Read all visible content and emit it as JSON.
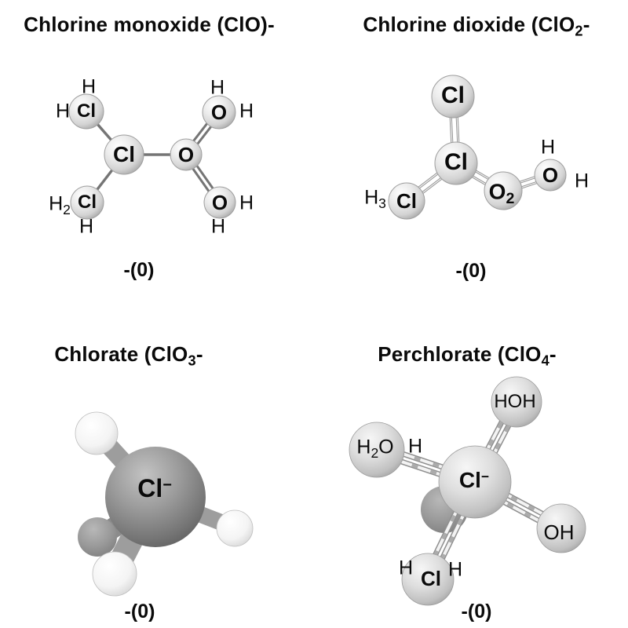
{
  "colors": {
    "background": "#ffffff",
    "bond_thin": "#757575",
    "bond_tube": "#949494",
    "rod_gray": "#9d9d9d",
    "text": "#0a0a0a"
  },
  "p1": {
    "title": "Chlorine monoxide (ClO)-",
    "caption": "-(0)",
    "atom_tl": "Cl",
    "atom_c": "Cl",
    "atom_o": "O",
    "atom_tr": "O",
    "atom_bl": "Cl",
    "atom_br": "O",
    "h": "H",
    "h2_base": "H",
    "h2_sub": "2"
  },
  "p2": {
    "title_pre": "Chlorine dioxide (ClO",
    "title_sub": "2",
    "title_post": "-",
    "caption": "-(0)",
    "atom_top": "Cl",
    "atom_c": "Cl",
    "atom_bl": "Cl",
    "atom_o_base": "O",
    "atom_o_sub": "2",
    "atom_or": "O",
    "h": "H",
    "h3_base": "H",
    "h3_sub": "3"
  },
  "p3": {
    "title_pre": "Chlorate (ClO",
    "title_sub": "3",
    "title_post": "-",
    "caption": "-(0)",
    "central_base": "Cl",
    "central_sup": "−"
  },
  "p4": {
    "title_pre": "Perchlorate (ClO",
    "title_sub": "4",
    "title_post": "-",
    "caption": "-(0)",
    "central_base": "Cl",
    "central_sup": "−",
    "sph_hoh": "HOH",
    "sph_h2o_base": "H",
    "sph_h2o_sub": "2",
    "sph_h2o_post": "O",
    "sph_oh": "OH",
    "sph_cl": "Cl",
    "h": "H"
  }
}
